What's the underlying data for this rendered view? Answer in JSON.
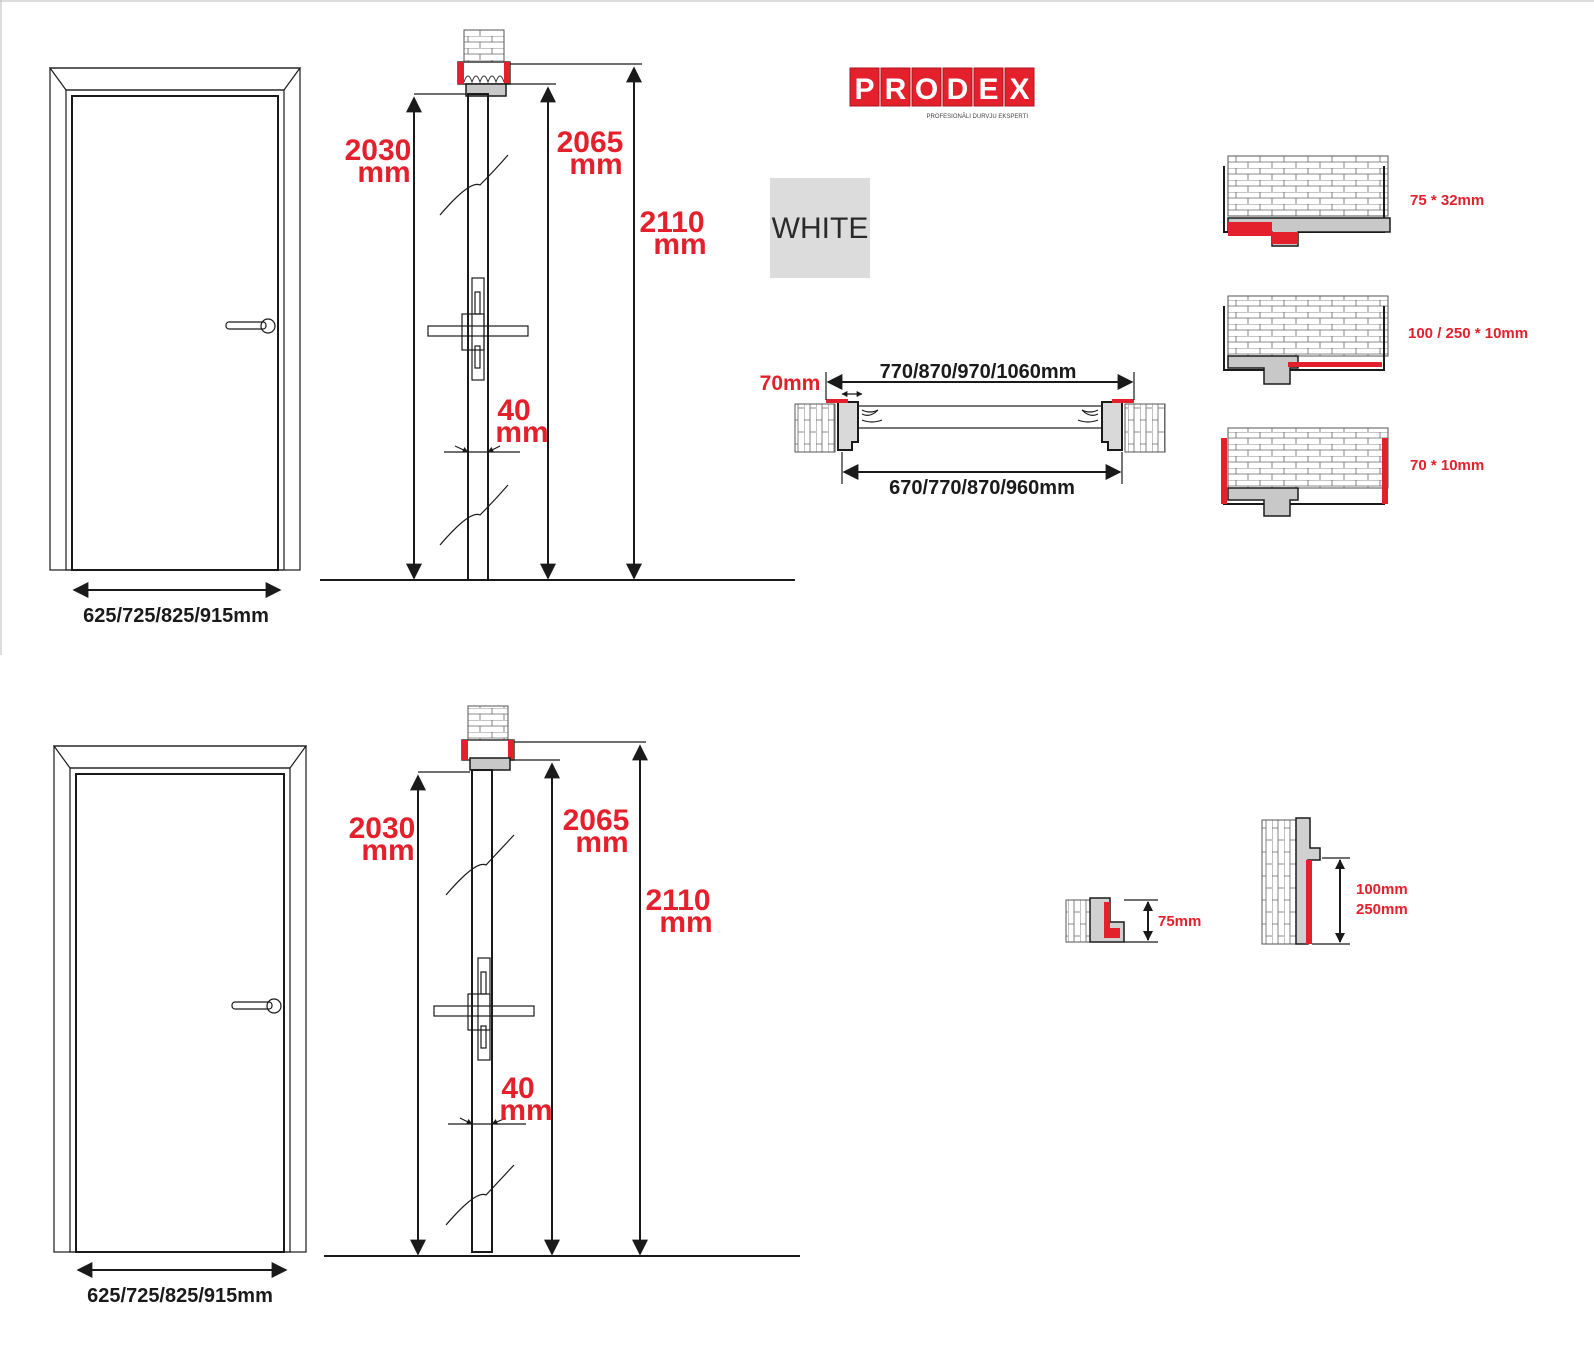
{
  "brand": {
    "name": "PRODEX",
    "tagline": "PROFESIONĀLI DURVJU EKSPERTI",
    "color": "#e3202b"
  },
  "finish": {
    "label": "WHITE",
    "swatch_color": "#dcdcdc"
  },
  "top_diagram": {
    "width_label": "625/725/825/915mm",
    "dim_2030_num": "2030",
    "dim_2030_unit": "mm",
    "dim_2065_num": "2065",
    "dim_2065_unit": "mm",
    "dim_2110_num": "2110",
    "dim_2110_unit": "mm",
    "dim_40_num": "40",
    "dim_40_unit": "mm"
  },
  "bottom_diagram": {
    "width_label": "625/725/825/915mm",
    "dim_2030_num": "2030",
    "dim_2030_unit": "mm",
    "dim_2065_num": "2065",
    "dim_2065_unit": "mm",
    "dim_2110_num": "2110",
    "dim_2110_unit": "mm",
    "dim_40_num": "40",
    "dim_40_unit": "mm"
  },
  "plan_view": {
    "frame_label": "70mm",
    "outer_width_label": "770/870/970/1060mm",
    "inner_width_label": "670/770/870/960mm"
  },
  "profiles": [
    {
      "label": "75 * 32mm"
    },
    {
      "label": "100 / 250 * 10mm"
    },
    {
      "label": "70 * 10mm"
    }
  ],
  "extensions": {
    "small_label": "75mm",
    "large_label_1": "100mm",
    "large_label_2": "250mm"
  }
}
